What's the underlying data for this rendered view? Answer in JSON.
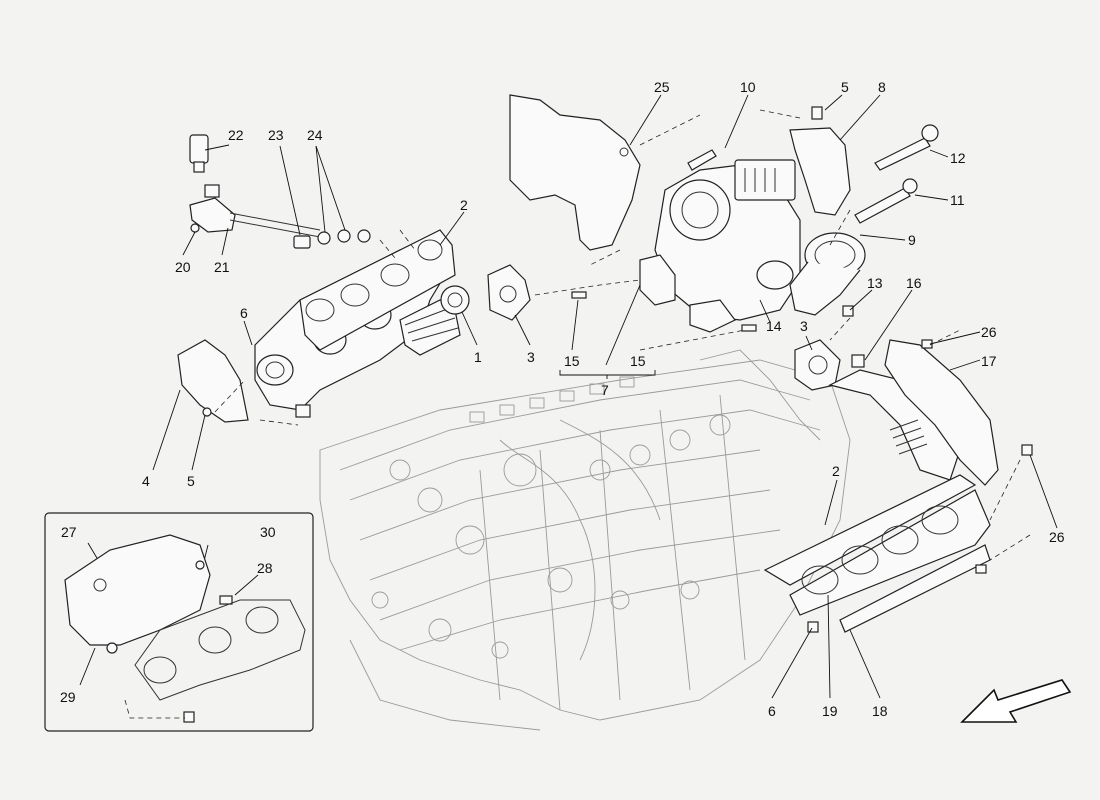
{
  "callouts": [
    "1",
    "2",
    "3",
    "4",
    "5",
    "6",
    "7",
    "8",
    "9",
    "10",
    "11",
    "12",
    "13",
    "14",
    "15",
    "16",
    "17",
    "18",
    "19",
    "20",
    "21",
    "22",
    "23",
    "24",
    "25",
    "26",
    "27",
    "28",
    "29",
    "30"
  ],
  "labels": {
    "l25": "25",
    "l10": "10",
    "l5a": "5",
    "l8": "8",
    "l22": "22",
    "l23": "23",
    "l24": "24",
    "l2a": "2",
    "l12": "12",
    "l11": "11",
    "l9": "9",
    "l13": "13",
    "l16": "16",
    "l20": "20",
    "l21": "21",
    "l6a": "6",
    "l1": "1",
    "l3a": "3",
    "l15a": "15",
    "l15b": "15",
    "l7": "7",
    "l14": "14",
    "l3b": "3",
    "l26a": "26",
    "l17": "17",
    "l4": "4",
    "l5b": "5",
    "l2b": "2",
    "l26b": "26",
    "l27": "27",
    "l30": "30",
    "l28": "28",
    "l29": "29",
    "l6b": "6",
    "l19": "19",
    "l18": "18"
  },
  "colors": {
    "line": "#222222",
    "engine": "#9a9a9a",
    "background": "#f3f3f1"
  },
  "icons": {
    "direction": "front-direction-arrow-icon"
  }
}
